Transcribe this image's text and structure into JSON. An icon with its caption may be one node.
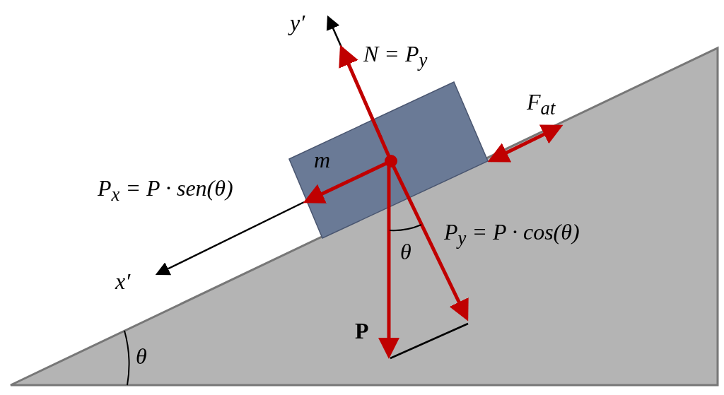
{
  "diagram": {
    "nodes": [
      {
        "text": [
          "m"
        ]
      }
    ],
    "labels": [
      "y′",
      "N = P$_{y}$",
      "F$_{at}$",
      "P$_{x}$ = P · sen(θ)",
      "θ",
      "P$_{y}$ = P · cos(θ)",
      "x′",
      "P",
      "θ"
    ]
  }
}
